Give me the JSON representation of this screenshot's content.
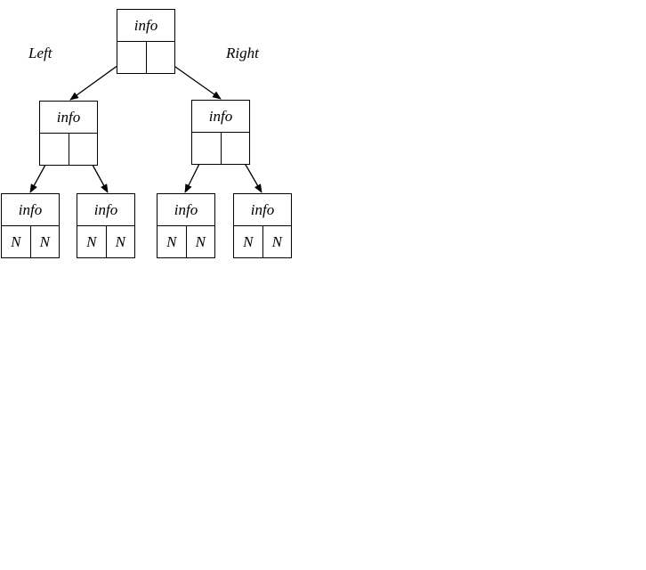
{
  "labels": {
    "left": "Left",
    "right": "Right"
  },
  "nodes": {
    "root": {
      "info": "info"
    },
    "left": {
      "info": "info"
    },
    "right": {
      "info": "info"
    },
    "left_left": {
      "info": "info",
      "ptr_left": "N",
      "ptr_right": "N"
    },
    "left_right": {
      "info": "info",
      "ptr_left": "N",
      "ptr_right": "N"
    },
    "right_left": {
      "info": "info",
      "ptr_left": "N",
      "ptr_right": "N"
    },
    "right_right": {
      "info": "info",
      "ptr_left": "N",
      "ptr_right": "N"
    }
  },
  "colors": {
    "stroke": "#000000",
    "background": "#ffffff"
  }
}
